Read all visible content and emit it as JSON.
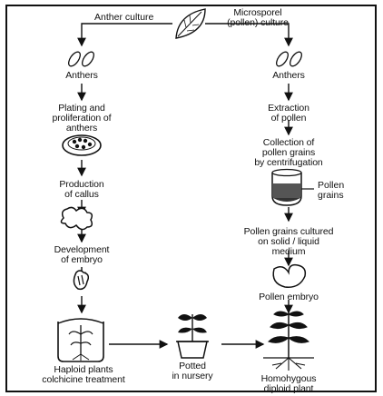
{
  "left_branch": {
    "header": "Anther culture",
    "anthers": "Anthers",
    "plating": "Plating and\nproliferation of\nanthers",
    "callus": "Production\nof callus",
    "embryo": "Development\nof embryo",
    "haploid": "Haploid plants\ncolchicine treatment"
  },
  "right_branch": {
    "header": "Microsporel\n(pollen) culture",
    "anthers": "Anthers",
    "extraction": "Extraction\nof pollen",
    "collection": "Collection of\npollen grains\nby centrifugation",
    "pollen_grains": "Pollen\ngrains",
    "cultured": "Pollen grains cultured\non solid / liquid medium",
    "pollen_embryo": "Pollen embryo",
    "diploid": "Homohygous\ndiploid plant"
  },
  "center": {
    "potted": "Potted\nin nursery"
  },
  "icons": [
    "leaf-icon",
    "anthers-icon",
    "petri-dish-icon",
    "callus-icon",
    "embryo-icon",
    "beaker-plant-icon",
    "potted-plant-icon",
    "centrifuge-tube-icon",
    "pollen-embryo-icon",
    "diploid-plant-icon"
  ],
  "colors": {
    "ink": "#111111",
    "background": "#ffffff"
  }
}
